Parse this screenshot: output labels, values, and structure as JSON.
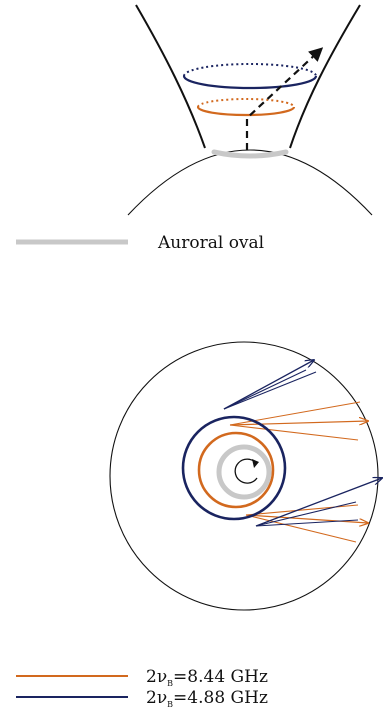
{
  "colors": {
    "orange": "#d2691e",
    "navy": "#1a2460",
    "gray": "#c8c8c8",
    "ink": "#111111"
  },
  "legend_top": {
    "auroral_oval": "Auroral oval"
  },
  "legend_bottom": {
    "orange_prefix": "2ν",
    "orange_sub": "B",
    "orange_rest": "=8.44 GHz",
    "navy_prefix": "2ν",
    "navy_sub": "B",
    "navy_rest": "=4.88 GHz"
  }
}
